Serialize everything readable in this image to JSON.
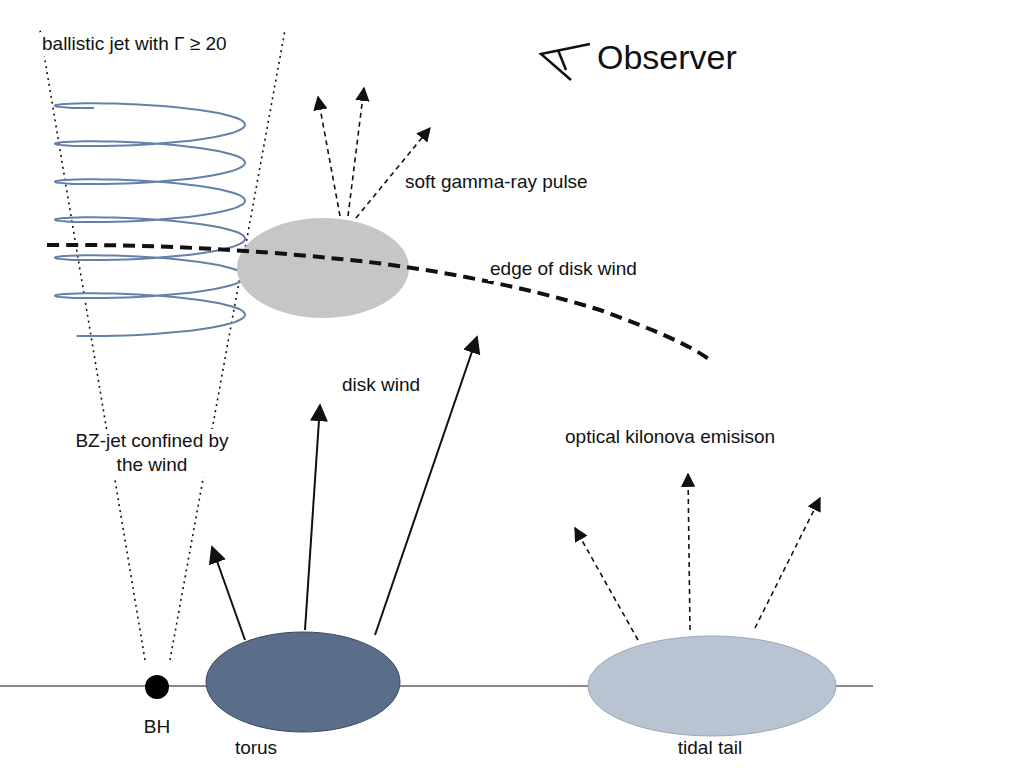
{
  "diagram": {
    "nodes": [
      {
        "text": [
          "BH"
        ]
      },
      {
        "text": [
          "torus"
        ]
      },
      {
        "text": [
          "tidal tail"
        ]
      }
    ],
    "labels": [
      "ballistic jet with Γ ≥ 20",
      "Observer",
      "soft gamma-ray pulse",
      "edge of disk wind",
      "disk wind",
      "BZ-jet confined by the wind",
      "optical kilonova emisison"
    ]
  }
}
